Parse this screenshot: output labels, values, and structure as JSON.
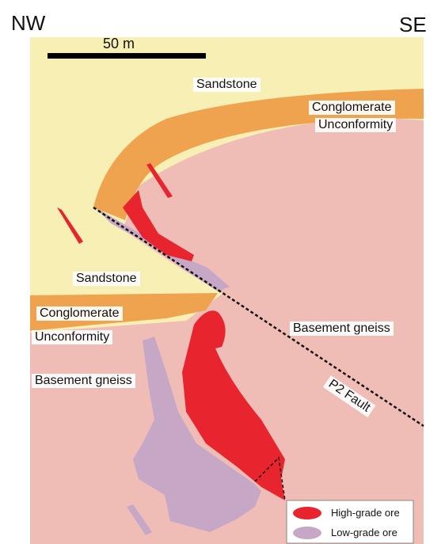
{
  "orientation": {
    "left": "NW",
    "right": "SE"
  },
  "scale_bar": {
    "label": "50 m"
  },
  "units": {
    "sandstone_upper": "Sandstone",
    "conglomerate_upper": "Conglomerate",
    "unconformity_upper": "Unconformity",
    "sandstone_lower": "Sandstone",
    "conglomerate_lower": "Conglomerate",
    "unconformity_lower": "Unconformity",
    "basement_right": "Basement gneiss",
    "basement_left": "Basement gneiss",
    "fault": "P2 Fault"
  },
  "legend": {
    "high_grade": "High-grade ore",
    "low_grade": "Low-grade ore"
  },
  "colors": {
    "sandstone": "#f8efb4",
    "conglomerate": "#f0a34f",
    "basement": "#efbdb6",
    "high_grade_ore": "#e8252f",
    "low_grade_ore": "#c6a7c6",
    "fault_line": "#111111"
  }
}
